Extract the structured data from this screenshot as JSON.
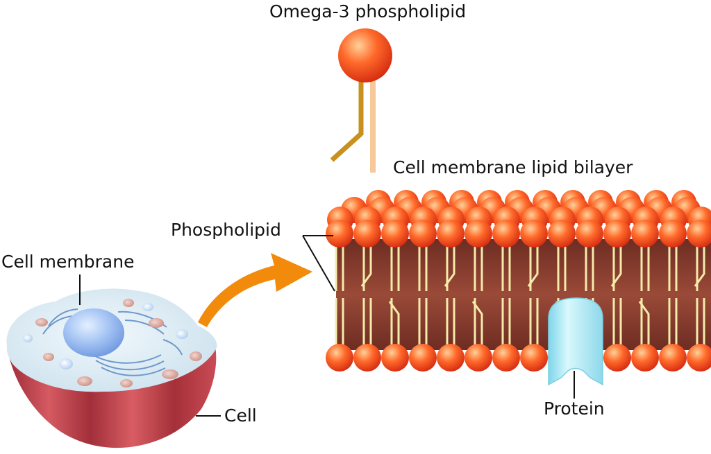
{
  "labels": {
    "omega3": "Omega-3 phospholipid",
    "bilayer": "Cell membrane lipid bilayer",
    "phospholipid": "Phospholipid",
    "cell_membrane": "Cell membrane",
    "cell": "Cell",
    "protein": "Protein"
  },
  "colors": {
    "head_light": "#ffd199",
    "head_mid": "#ff6a2b",
    "head_dark": "#d42a10",
    "membrane_core": "#8a3d2e",
    "tail": "#f6ebaa",
    "omega_tail_saturated": "#c8901e",
    "omega_tail_unsaturated": "#f7c99a",
    "arrow": "#f28a0c",
    "protein": "#a9ecf7",
    "cell_top": "#dceaf3",
    "cell_side": "#b23a45",
    "nucleus": "#8cb4ef"
  }
}
